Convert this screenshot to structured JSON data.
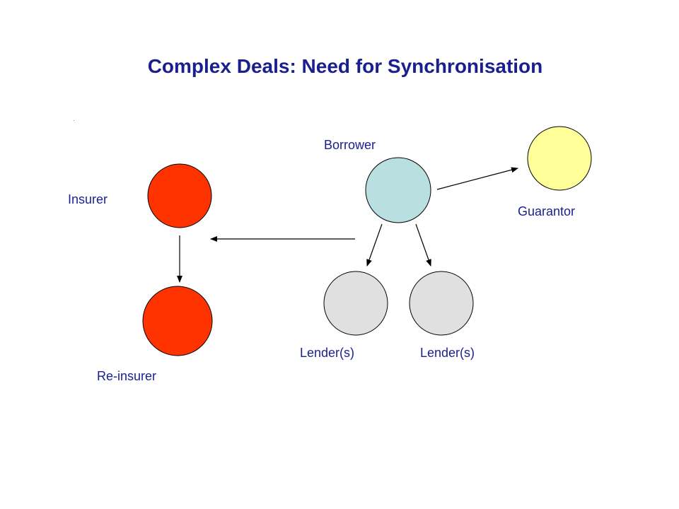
{
  "title": "Complex Deals: Need for Synchronisation",
  "nodes": {
    "insurer": {
      "label": "Insurer",
      "color": "#ff3300"
    },
    "reinsurer": {
      "label": "Re-insurer",
      "color": "#ff3300"
    },
    "borrower": {
      "label": "Borrower",
      "color": "#b9dfe0"
    },
    "guarantor": {
      "label": "Guarantor",
      "color": "#ffff99"
    },
    "lender1": {
      "label": "Lender(s)",
      "color": "#e0e0e0"
    },
    "lender2": {
      "label": "Lender(s)",
      "color": "#e0e0e0"
    }
  },
  "edges": [
    {
      "from": "borrower",
      "to": "guarantor"
    },
    {
      "from": "borrower",
      "to": "insurer"
    },
    {
      "from": "borrower",
      "to": "lender1"
    },
    {
      "from": "borrower",
      "to": "lender2"
    },
    {
      "from": "insurer",
      "to": "reinsurer"
    }
  ],
  "colors": {
    "title": "#1a1f8f",
    "label": "#1a1f8f",
    "edge": "#000000"
  }
}
